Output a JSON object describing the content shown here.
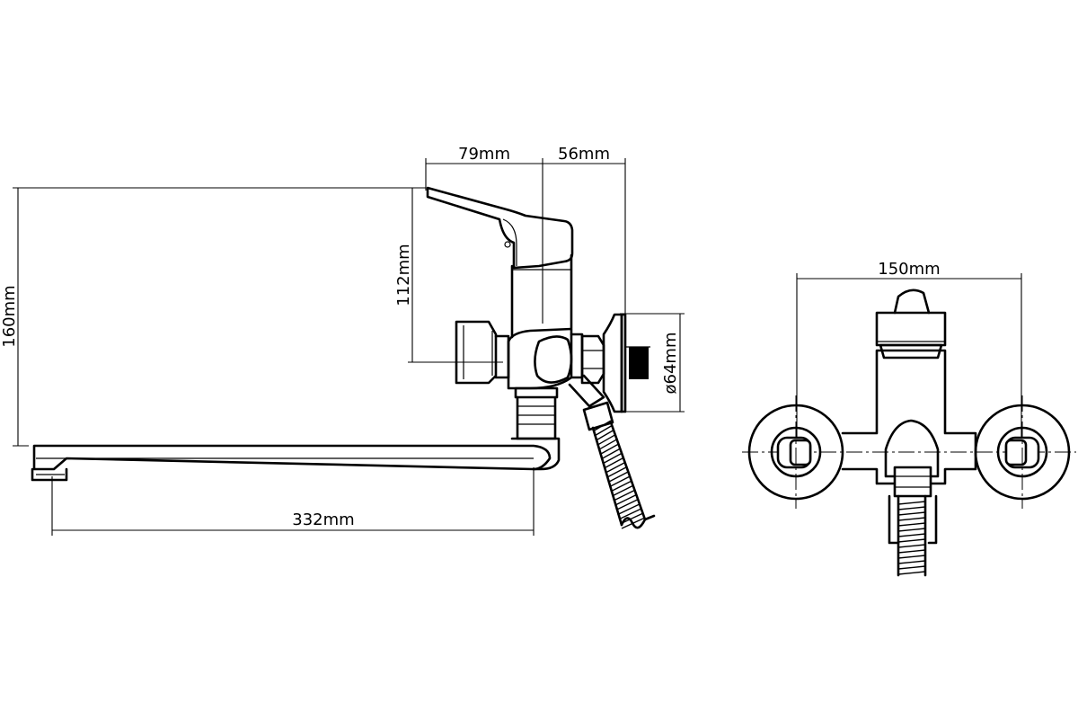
{
  "dimensions": {
    "spout_length": "332mm",
    "total_height": "160mm",
    "body_height": "112mm",
    "lever_reach": "79mm",
    "wall_offset": "56mm",
    "flange_diameter": "ø64mm",
    "connection_spacing": "150mm"
  }
}
